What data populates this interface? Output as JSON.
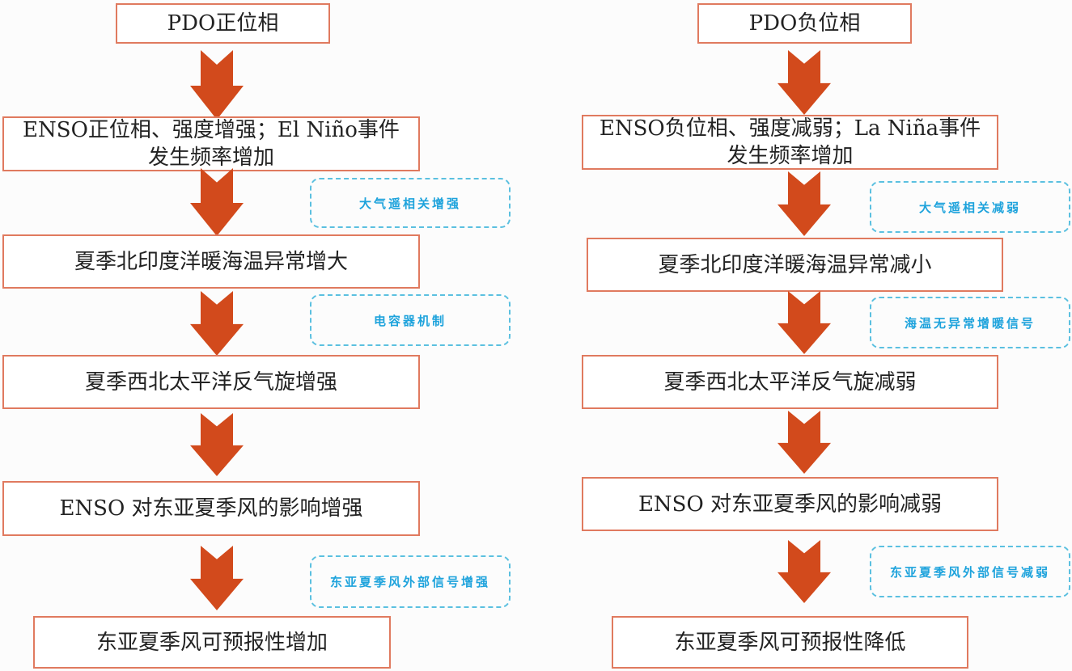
{
  "colors": {
    "box_border": "#e07a5f",
    "arrow": "#d24a1c",
    "note_border": "#5bc0e0",
    "note_text": "#1ea3dc"
  },
  "left": {
    "steps": [
      {
        "text": "PDO正位相"
      },
      {
        "line1": "ENSO正位相、强度增强；El Niño事件",
        "line2": "发生频率增加"
      },
      {
        "text": "夏季北印度洋暖海温异常增大"
      },
      {
        "text": "夏季西北太平洋反气旋增强"
      },
      {
        "text": "ENSO 对东亚夏季风的影响增强"
      },
      {
        "text": "东亚夏季风可预报性增加"
      }
    ],
    "notes": [
      "大气遥相关增强",
      "电容器机制",
      "东亚夏季风外部信号增强"
    ]
  },
  "right": {
    "steps": [
      {
        "text": "PDO负位相"
      },
      {
        "line1": "ENSO负位相、强度减弱；La Niña事件",
        "line2": "发生频率增加"
      },
      {
        "text": "夏季北印度洋暖海温异常减小"
      },
      {
        "text": "夏季西北太平洋反气旋减弱"
      },
      {
        "text": "ENSO 对东亚夏季风的影响减弱"
      },
      {
        "text": "东亚夏季风可预报性降低"
      }
    ],
    "notes": [
      "大气遥相关减弱",
      "海温无异常增暖信号",
      "东亚夏季风外部信号减弱"
    ]
  },
  "icons": {
    "flow_arrow": "down-arrow-icon"
  }
}
